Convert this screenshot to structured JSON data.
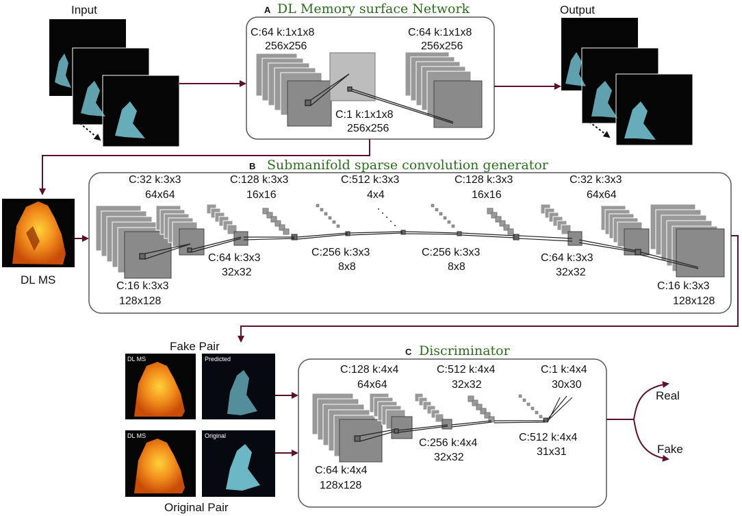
{
  "panel_a": {
    "letter": "A",
    "title": "DL Memory surface Network",
    "input_label": "Input",
    "output_label": "Output",
    "left_layer": [
      "C:64 k:1x1x8",
      "256x256"
    ],
    "right_layer": [
      "C:64 k:1x1x8",
      "256x256"
    ],
    "bottom_layer": [
      "C:1 k:1x1x8",
      "256x256"
    ]
  },
  "panel_b": {
    "letter": "B",
    "title": "Submanifold sparse convolution generator",
    "dlms_label": "DL MS",
    "top_labels": [
      [
        "C:32 k:3x3",
        "64x64"
      ],
      [
        "C:128 k:3x3",
        "16x16"
      ],
      [
        "C:512 k:3x3",
        "4x4"
      ],
      [
        "C:128 k:3x3",
        "16x16"
      ],
      [
        "C:32 k:3x3",
        "64x64"
      ]
    ],
    "bottom_labels": [
      [
        "C:16 k:3x3",
        "128x128"
      ],
      [
        "C:64 k:3x3",
        "32x32"
      ],
      [
        "C:256 k:3x3",
        "8x8"
      ],
      [
        "C:256 k:3x3",
        "8x8"
      ],
      [
        "C:64 k:3x3",
        "32x32"
      ],
      [
        "C:16 k:3x3",
        "128x128"
      ]
    ]
  },
  "panel_c": {
    "letter": "C",
    "title": "Discriminator",
    "fake_pair_label": "Fake Pair",
    "original_pair_label": "Original Pair",
    "thumb_dlms": "DL MS",
    "thumb_predicted": "Predicted",
    "thumb_original": "Original",
    "top_labels": [
      [
        "C:128 k:4x4",
        "64x64"
      ],
      [
        "C:512 k:4x4",
        "32x32"
      ],
      [
        "C:1 k:4x4",
        "30x30"
      ]
    ],
    "bottom_labels": [
      [
        "C:64 k:4x4",
        "128x128"
      ],
      [
        "C:256 k:4x4",
        "32x32"
      ],
      [
        "C:512 k:4x4",
        "31x31"
      ]
    ],
    "output_real": "Real",
    "output_fake": "Fake"
  },
  "colors": {
    "arrow": "#5c1030",
    "frame": "#555555",
    "layer_fill": "#999999",
    "layer_front": "#8a8a8a",
    "title_green": "#2a6e1c",
    "heat_orange": "#f08a1c",
    "figure_cyan": "#7fd6e6"
  }
}
